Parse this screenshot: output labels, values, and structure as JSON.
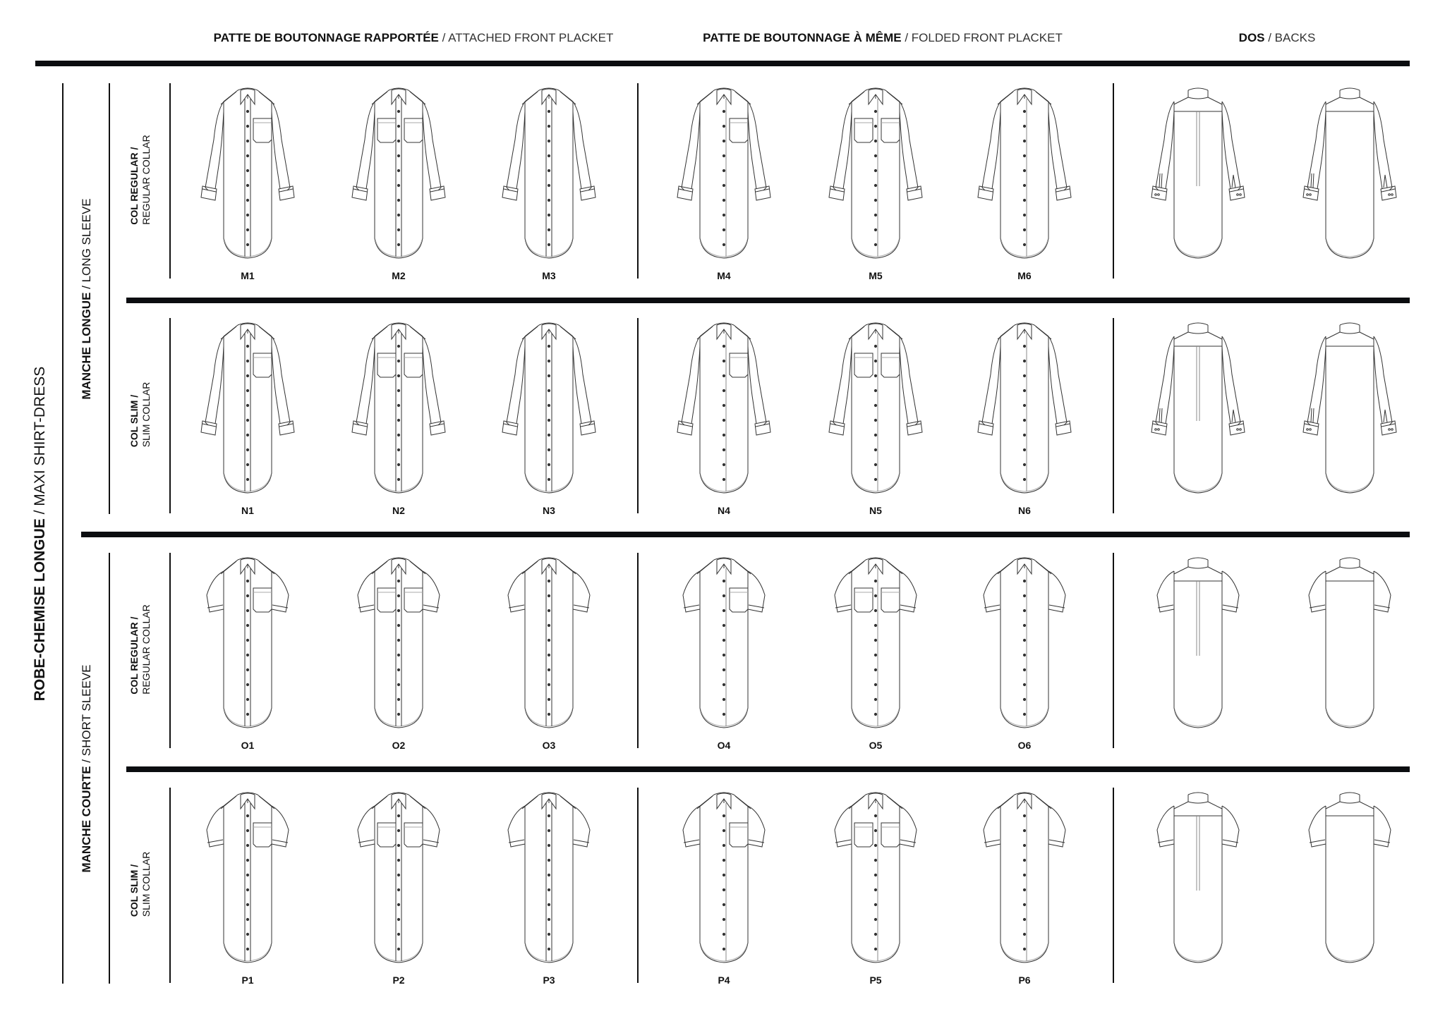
{
  "headers": [
    {
      "bold": "PATTE DE BOUTONNAGE RAPPORTÉE",
      "light": " / ATTACHED FRONT PLACKET"
    },
    {
      "bold": "PATTE DE BOUTONNAGE À MÊME",
      "light": " / FOLDED FRONT PLACKET"
    },
    {
      "bold": "DOS",
      "light": " / BACKS"
    }
  ],
  "master_label": {
    "bold": "ROBE-CHEMISE LONGUE",
    "light": " / MAXI SHIRT-DRESS"
  },
  "sections": [
    {
      "bold": "MANCHE LONGUE",
      "light": " / LONG SLEEVE"
    },
    {
      "bold": "MANCHE COURTE",
      "light": " / SHORT SLEEVE"
    }
  ],
  "rows": [
    {
      "collar_bold": "COL REGULAR /",
      "collar_light": "REGULAR COLLAR",
      "sleeve": "long",
      "codes": [
        "M1",
        "M2",
        "M3",
        "M4",
        "M5",
        "M6"
      ]
    },
    {
      "collar_bold": "COL SLIM /",
      "collar_light": "SLIM COLLAR",
      "sleeve": "long",
      "codes": [
        "N1",
        "N2",
        "N3",
        "N4",
        "N5",
        "N6"
      ]
    },
    {
      "collar_bold": "COL REGULAR /",
      "collar_light": "REGULAR COLLAR",
      "sleeve": "short",
      "codes": [
        "O1",
        "O2",
        "O3",
        "O4",
        "O5",
        "O6"
      ]
    },
    {
      "collar_bold": "COL SLIM /",
      "collar_light": "SLIM COLLAR",
      "sleeve": "short",
      "codes": [
        "P1",
        "P2",
        "P3",
        "P4",
        "P5",
        "P6"
      ]
    }
  ],
  "front_variants": [
    {
      "placket": "attached",
      "pockets": 1
    },
    {
      "placket": "attached",
      "pockets": 2
    },
    {
      "placket": "attached",
      "pockets": 0
    },
    {
      "placket": "folded",
      "pockets": 1
    },
    {
      "placket": "folded",
      "pockets": 2
    },
    {
      "placket": "folded",
      "pockets": 0
    }
  ],
  "back_variants": [
    "box-pleat",
    "yoke"
  ]
}
